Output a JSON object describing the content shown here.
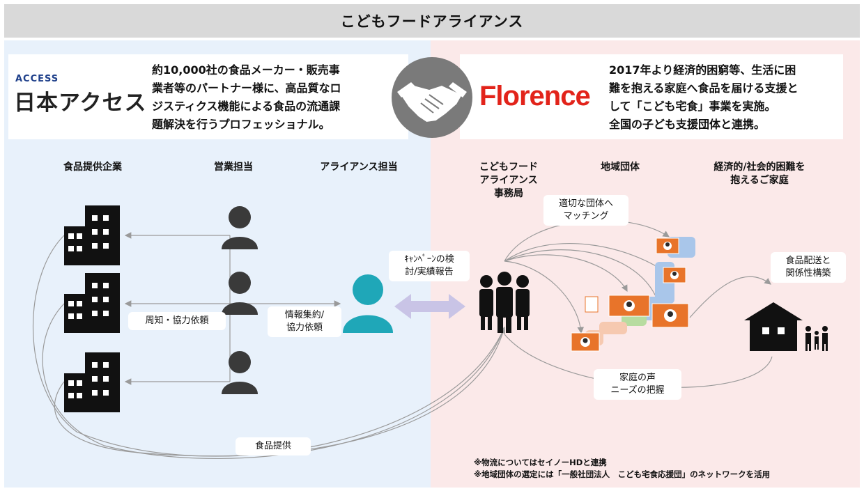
{
  "header": {
    "title": "こどもフードアライアンス"
  },
  "left_partner": {
    "logo_top": "ACCESS",
    "logo_main": "日本アクセス",
    "description": [
      "約10,000社の食品メーカー・販売事",
      "業者等のパートナー様に、高品質なロ",
      "ジスティクス機能による食品の流通課",
      "題解決を行うプロフェッショナル。"
    ]
  },
  "right_partner": {
    "logo": "Florence",
    "description": [
      "2017年より経済的困窮等、生活に困",
      "難を抱える家庭へ食品を届ける支援と",
      "して「こども宅食」事業を実施。",
      "全国の子ども支援団体と連携。"
    ]
  },
  "columns": {
    "food_companies": "食品提供企業",
    "sales": "営業担当",
    "alliance_rep": "アライアンス担当",
    "secretariat": [
      "こどもフード",
      "アライアンス",
      "事務局"
    ],
    "regional_groups": "地域団体",
    "families": [
      "経済的/社会的困難を",
      "抱えるご家庭"
    ]
  },
  "labels": {
    "notify": "周知・協力依頼",
    "info_collect": [
      "情報集約/",
      "協力依頼"
    ],
    "campaign": [
      "ｷｬﾝﾍﾟｰﾝの検",
      "討/実績報告"
    ],
    "matching": [
      "適切な団体へ",
      "マッチング"
    ],
    "delivery": [
      "食品配送と",
      "関係性構築"
    ],
    "voices": [
      "家庭の声",
      "ニーズの把握"
    ],
    "food_provision": "食品提供"
  },
  "notes": [
    "※物流についてはセイノーHDと連携",
    "※地域団体の選定には「一般社団法人　こども宅食応援団」のネットワークを活用"
  ],
  "colors": {
    "accent_teal": "#1fa7b8",
    "florence_red": "#e2231a",
    "access_blue": "#1e3f8a",
    "map_orange": "#e8742a",
    "left_bg": "#e8f1fb",
    "right_bg": "#fbe9e9"
  }
}
